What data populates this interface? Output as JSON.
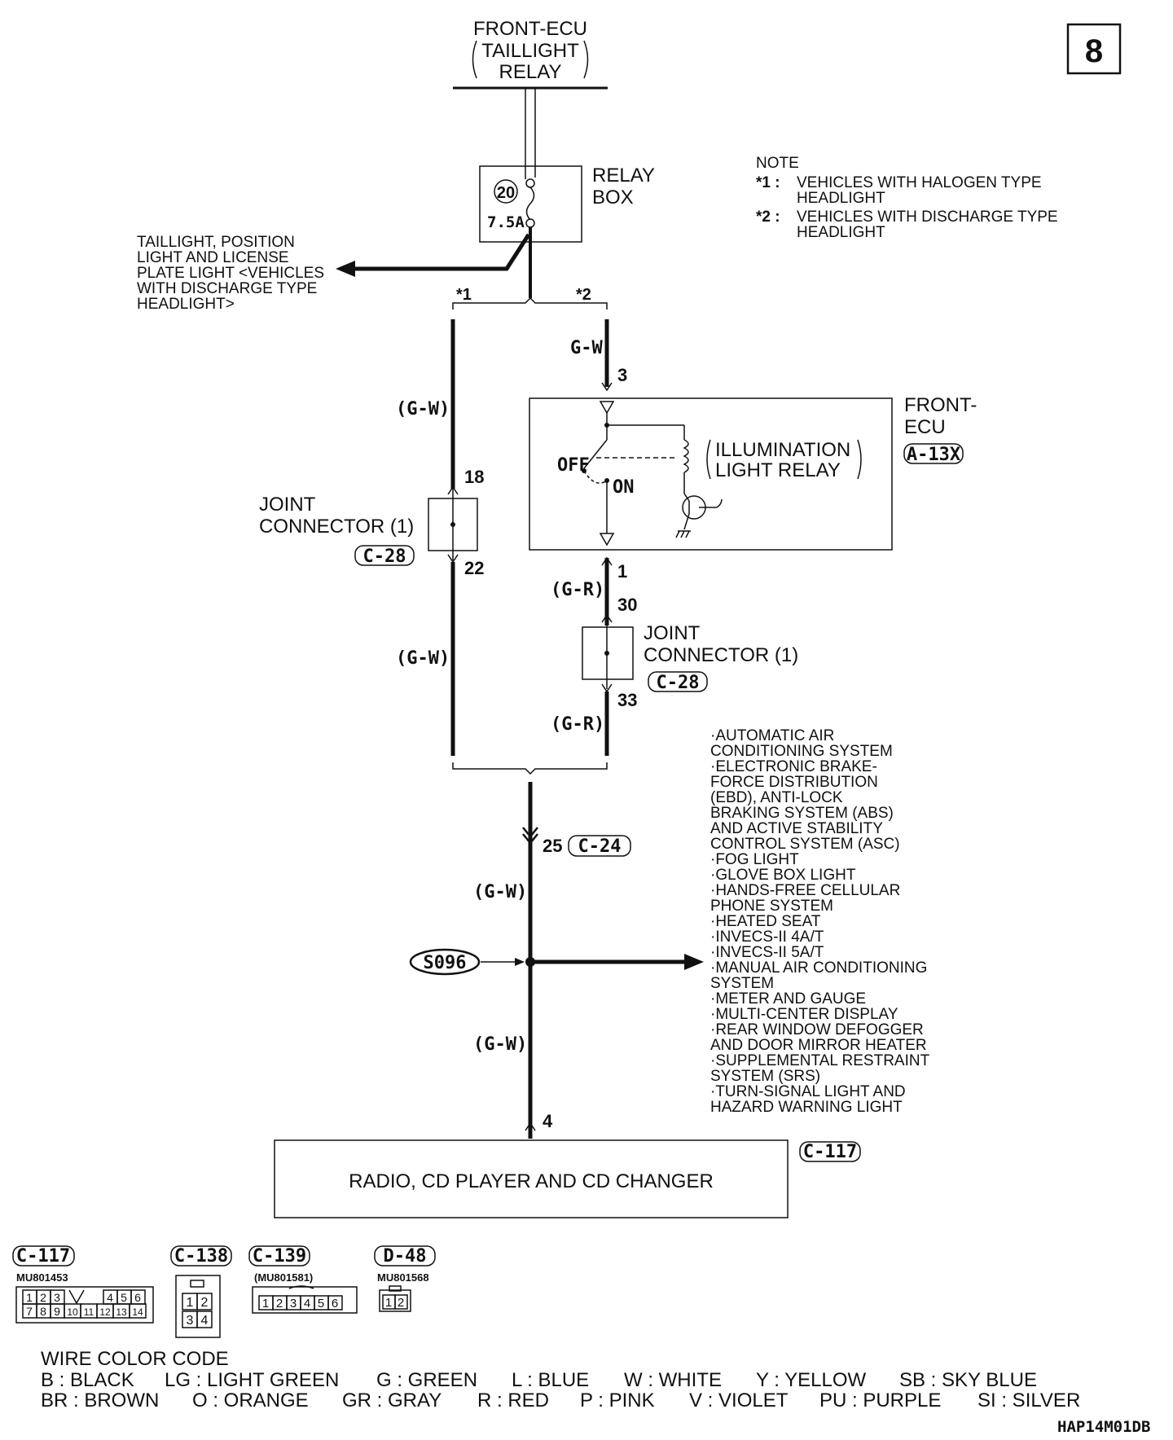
{
  "page_number": "8",
  "diagram_code": "HAP14M01DB",
  "top_source": {
    "line1": "FRONT-ECU",
    "line2": "TAILLIGHT",
    "line3": "RELAY"
  },
  "relay_box": {
    "label_line1": "RELAY",
    "label_line2": "BOX",
    "fuse_number": "20",
    "fuse_rating": "7.5A"
  },
  "note": {
    "title": "NOTE",
    "items": [
      {
        "mark": "*1 :",
        "line1": "VEHICLES WITH HALOGEN TYPE",
        "line2": "HEADLIGHT"
      },
      {
        "mark": "*2 :",
        "line1": "VEHICLES WITH DISCHARGE TYPE",
        "line2": "HEADLIGHT"
      }
    ]
  },
  "taillight_branch": {
    "lines": [
      "TAILLIGHT, POSITION",
      "LIGHT AND LICENSE",
      "PLATE LIGHT <VEHICLES",
      "WITH DISCHARGE TYPE",
      "HEADLIGHT>"
    ]
  },
  "variants": {
    "left": "*1",
    "right": "*2"
  },
  "wires": {
    "gw": "G-W",
    "gw_paren": "(G-W)",
    "gr_paren": "(G-R)"
  },
  "pins": {
    "p3": "3",
    "p18": "18",
    "p22": "22",
    "p1": "1",
    "p30": "30",
    "p33": "33",
    "p25": "25",
    "p4": "4"
  },
  "front_ecu": {
    "label_line1": "FRONT-",
    "label_line2": "ECU",
    "connector": "A-13X",
    "relay_line1": "ILLUMINATION",
    "relay_line2": "LIGHT RELAY",
    "off": "OFF",
    "on": "ON"
  },
  "joint_left": {
    "line1": "JOINT",
    "line2": "CONNECTOR (1)",
    "connector": "C-28"
  },
  "joint_right": {
    "line1": "JOINT",
    "line2": "CONNECTOR (1)",
    "connector": "C-28"
  },
  "c24": "C-24",
  "splice": "S096",
  "systems": [
    "·AUTOMATIC AIR",
    " CONDITIONING SYSTEM",
    "·ELECTRONIC BRAKE-",
    " FORCE DISTRIBUTION",
    " (EBD), ANTI-LOCK",
    " BRAKING SYSTEM (ABS)",
    " AND ACTIVE STABILITY",
    " CONTROL SYSTEM (ASC)",
    "·FOG LIGHT",
    "·GLOVE BOX LIGHT",
    "·HANDS-FREE CELLULAR",
    " PHONE SYSTEM",
    "·HEATED SEAT",
    "·INVECS-II 4A/T",
    "·INVECS-II 5A/T",
    "·MANUAL AIR CONDITIONING",
    " SYSTEM",
    "·METER AND GAUGE",
    "·MULTI-CENTER DISPLAY",
    "·REAR WINDOW DEFOGGER",
    " AND DOOR MIRROR HEATER",
    "·SUPPLEMENTAL RESTRAINT",
    " SYSTEM (SRS)",
    "·TURN-SIGNAL LIGHT AND",
    " HAZARD WARNING LIGHT"
  ],
  "radio": {
    "label": "RADIO, CD PLAYER AND CD CHANGER",
    "connector": "C-117"
  },
  "connectors": [
    {
      "code": "C-117",
      "part": "MU801453",
      "row1": [
        "1",
        "2",
        "3",
        "",
        "4",
        "5",
        "6"
      ],
      "row2": [
        "7",
        "8",
        "9",
        "10",
        "11",
        "12",
        "13",
        "14"
      ]
    },
    {
      "code": "C-138",
      "part": "",
      "row1": [
        "1",
        "2"
      ],
      "row2": [
        "3",
        "4"
      ]
    },
    {
      "code": "C-139",
      "part": "(MU801581)",
      "row1": [
        "1",
        "2",
        "3",
        "4",
        "5",
        "6"
      ]
    },
    {
      "code": "D-48",
      "part": "MU801568",
      "row1": [
        "1",
        "2"
      ]
    }
  ],
  "wire_color_code": {
    "title": "WIRE COLOR CODE",
    "row1": [
      "B : BLACK",
      "LG : LIGHT GREEN",
      "G : GREEN",
      "L : BLUE",
      "W : WHITE",
      "Y : YELLOW",
      "SB : SKY BLUE"
    ],
    "row2": [
      "BR : BROWN",
      "O : ORANGE",
      "GR : GRAY",
      "R : RED",
      "P : PINK",
      "V : VIOLET",
      "PU : PURPLE",
      "SI : SILVER"
    ]
  }
}
